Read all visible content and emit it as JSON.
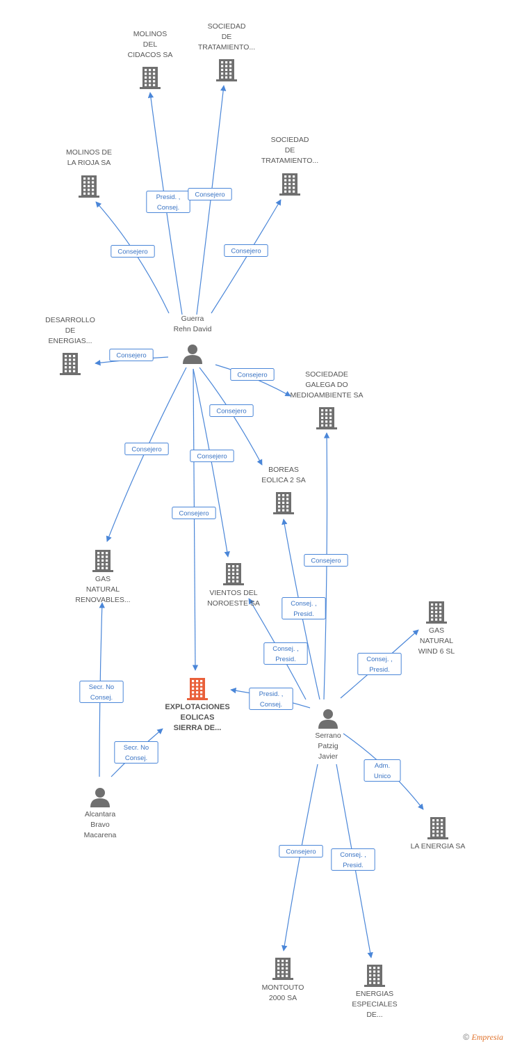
{
  "colors": {
    "edge": "#4a86d8",
    "building": "#6f6f6f",
    "main_building": "#e9603a",
    "person": "#6f6f6f"
  },
  "nodes": [
    {
      "id": "molinos_cidacos",
      "type": "company",
      "lines": [
        "MOLINOS",
        "DEL",
        "CIDACOS SA"
      ],
      "icon": "building-icon"
    },
    {
      "id": "soc_trat_1",
      "type": "company",
      "lines": [
        "SOCIEDAD",
        "DE",
        "TRATAMIENTO..."
      ],
      "icon": "building-icon"
    },
    {
      "id": "molinos_rioja",
      "type": "company",
      "lines": [
        "MOLINOS DE",
        "LA RIOJA SA"
      ],
      "icon": "building-icon"
    },
    {
      "id": "soc_trat_2",
      "type": "company",
      "lines": [
        "SOCIEDAD",
        "DE",
        "TRATAMIENTO..."
      ],
      "icon": "building-icon"
    },
    {
      "id": "guerra",
      "type": "person",
      "lines": [
        "Guerra",
        "Rehn David"
      ],
      "icon": "person-icon"
    },
    {
      "id": "desarrollo",
      "type": "company",
      "lines": [
        "DESARROLLO",
        "DE",
        "ENERGIAS..."
      ],
      "icon": "building-icon"
    },
    {
      "id": "galega",
      "type": "company",
      "lines": [
        "SOCIEDADE",
        "GALEGA DO",
        "MEDIOAMBIENTE SA"
      ],
      "icon": "building-icon"
    },
    {
      "id": "boreas",
      "type": "company",
      "lines": [
        "BOREAS",
        "EOLICA 2 SA"
      ],
      "icon": "building-icon"
    },
    {
      "id": "gas_renov",
      "type": "company",
      "lines": [
        "GAS",
        "NATURAL",
        "RENOVABLES..."
      ],
      "icon": "building-icon"
    },
    {
      "id": "vientos",
      "type": "company",
      "lines": [
        "VIENTOS DEL",
        "NOROESTE SA"
      ],
      "icon": "building-icon"
    },
    {
      "id": "gas_wind",
      "type": "company",
      "lines": [
        "GAS",
        "NATURAL",
        "WIND 6 SL"
      ],
      "icon": "building-icon"
    },
    {
      "id": "explotaciones",
      "type": "main",
      "lines": [
        "EXPLOTACIONES",
        "EOLICAS",
        "SIERRA DE..."
      ],
      "icon": "building-icon"
    },
    {
      "id": "serrano",
      "type": "person",
      "lines": [
        "Serrano",
        "Patzig",
        "Javier"
      ],
      "icon": "person-icon"
    },
    {
      "id": "alcantara",
      "type": "person",
      "lines": [
        "Alcantara",
        "Bravo",
        "Macarena"
      ],
      "icon": "person-icon"
    },
    {
      "id": "la_energia",
      "type": "company",
      "lines": [
        "LA ENERGIA SA"
      ],
      "icon": "building-icon"
    },
    {
      "id": "montouto",
      "type": "company",
      "lines": [
        "MONTOUTO",
        "2000 SA"
      ],
      "icon": "building-icon"
    },
    {
      "id": "energias_esp",
      "type": "company",
      "lines": [
        "ENERGIAS",
        "ESPECIALES",
        "DE..."
      ],
      "icon": "building-icon"
    }
  ],
  "edges": [
    {
      "from": "guerra",
      "to": "molinos_cidacos",
      "label": [
        "Presid. ,",
        "Consej."
      ]
    },
    {
      "from": "guerra",
      "to": "soc_trat_1",
      "label": [
        "Consejero"
      ]
    },
    {
      "from": "guerra",
      "to": "molinos_rioja",
      "label": [
        "Consejero"
      ]
    },
    {
      "from": "guerra",
      "to": "soc_trat_2",
      "label": [
        "Consejero"
      ]
    },
    {
      "from": "guerra",
      "to": "desarrollo",
      "label": [
        "Consejero"
      ]
    },
    {
      "from": "guerra",
      "to": "galega",
      "label": [
        "Consejero"
      ]
    },
    {
      "from": "guerra",
      "to": "boreas",
      "label": [
        "Consejero"
      ]
    },
    {
      "from": "guerra",
      "to": "gas_renov",
      "label": [
        "Consejero"
      ]
    },
    {
      "from": "guerra",
      "to": "vientos",
      "label": [
        "Consejero"
      ]
    },
    {
      "from": "guerra",
      "to": "explotaciones",
      "label": [
        "Consejero"
      ]
    },
    {
      "from": "serrano",
      "to": "galega",
      "label": [
        "Consejero"
      ]
    },
    {
      "from": "serrano",
      "to": "boreas",
      "label": [
        "Consej. ,",
        "Presid."
      ]
    },
    {
      "from": "serrano",
      "to": "vientos",
      "label": [
        "Consej. ,",
        "Presid."
      ]
    },
    {
      "from": "serrano",
      "to": "gas_wind",
      "label": [
        "Consej. ,",
        "Presid."
      ]
    },
    {
      "from": "serrano",
      "to": "explotaciones",
      "label": [
        "Presid. ,",
        "Consej."
      ]
    },
    {
      "from": "serrano",
      "to": "la_energia",
      "label": [
        "Adm.",
        "Unico"
      ]
    },
    {
      "from": "serrano",
      "to": "montouto",
      "label": [
        "Consejero"
      ]
    },
    {
      "from": "serrano",
      "to": "energias_esp",
      "label": [
        "Consej. ,",
        "Presid."
      ]
    },
    {
      "from": "alcantara",
      "to": "gas_renov",
      "label": [
        "Secr.  No",
        "Consej."
      ]
    },
    {
      "from": "alcantara",
      "to": "explotaciones",
      "label": [
        "Secr.  No",
        "Consej."
      ]
    }
  ],
  "footer": {
    "copyright": "©",
    "brand": "Empresia"
  }
}
